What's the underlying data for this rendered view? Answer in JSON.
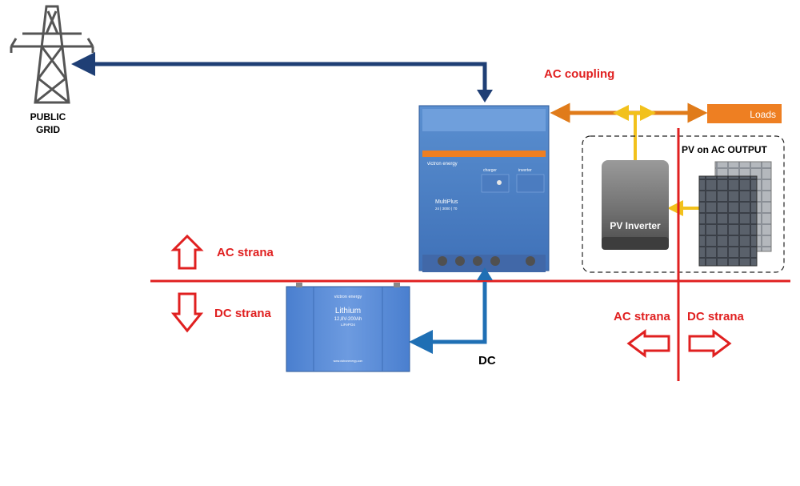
{
  "grid": {
    "label_line1": "PUBLIC",
    "label_line2": "GRID"
  },
  "labels": {
    "ac_coupling": "AC coupling",
    "loads": "Loads",
    "pv_on_ac_output": "PV on AC OUTPUT",
    "pv_inverter": "PV Inverter",
    "ac_strana_left": "AC strana",
    "dc_strana_left": "DC strana",
    "ac_strana_right": "AC strana",
    "dc_strana_right": "DC strana",
    "dc": "DC"
  },
  "multiplus": {
    "brand": "victron energy",
    "model": "MultiPlus",
    "rating": "24 | 3000 | 70",
    "col_charger": "charger",
    "col_inverter": "inverter"
  },
  "battery": {
    "brand": "victron energy",
    "chem": "Lithium",
    "spec": "12,8V-200Ah",
    "sub": "LiFePO4",
    "url": "www.victronenergy.com"
  },
  "colors": {
    "grid_arrow": "#1f3f75",
    "dc_arrow": "#1f6fb4",
    "ac_coupling_arrow": "#e07b1a",
    "pv_link": "#f2c11c",
    "divider": "#e02020",
    "label_red": "#e02020",
    "loads_box": "#ee7f22"
  }
}
